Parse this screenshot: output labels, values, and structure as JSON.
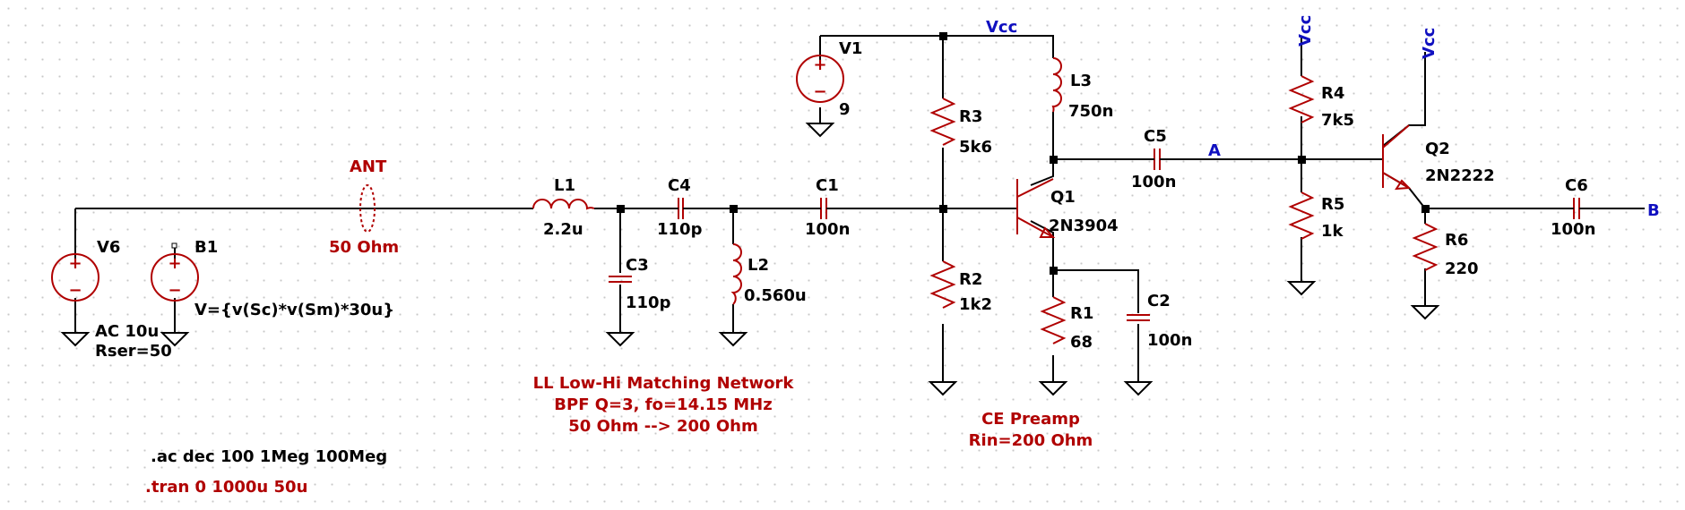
{
  "colors": {
    "wire": "#000000",
    "component": "#b00000",
    "net_label": "#1010c0",
    "grid_dot": "#c8c8c8"
  },
  "components": {
    "v6": {
      "name": "V6",
      "value1": "AC 10u",
      "value2": "Rser=50"
    },
    "b1": {
      "name": "B1",
      "expr": "V={v(Sc)*v(Sm)*30u}"
    },
    "ant": {
      "name": "ANT",
      "value": "50 Ohm"
    },
    "l1": {
      "name": "L1",
      "value": "2.2u"
    },
    "c4": {
      "name": "C4",
      "value": "110p"
    },
    "c3": {
      "name": "C3",
      "value": "110p"
    },
    "l2": {
      "name": "L2",
      "value": "0.560u"
    },
    "c1": {
      "name": "C1",
      "value": "100n"
    },
    "v1": {
      "name": "V1",
      "value": "9"
    },
    "r3": {
      "name": "R3",
      "value": "5k6"
    },
    "r2": {
      "name": "R2",
      "value": "1k2"
    },
    "l3": {
      "name": "L3",
      "value": "750n"
    },
    "q1": {
      "name": "Q1",
      "value": "2N3904"
    },
    "r1": {
      "name": "R1",
      "value": "68"
    },
    "c2": {
      "name": "C2",
      "value": "100n"
    },
    "c5": {
      "name": "C5",
      "value": "100n"
    },
    "r4": {
      "name": "R4",
      "value": "7k5"
    },
    "r5": {
      "name": "R5",
      "value": "1k"
    },
    "q2": {
      "name": "Q2",
      "value": "2N2222"
    },
    "r6": {
      "name": "R6",
      "value": "220"
    },
    "c6": {
      "name": "C6",
      "value": "100n"
    }
  },
  "nets": {
    "vcc": "Vcc",
    "a": "A",
    "b": "B"
  },
  "annotations": {
    "matching_line1": "LL Low-Hi Matching Network",
    "matching_line2": "BPF Q=3, fo=14.15 MHz",
    "matching_line3": "50 Ohm --> 200 Ohm",
    "preamp_line1": "CE Preamp",
    "preamp_line2": "Rin=200 Ohm"
  },
  "directives": {
    "ac": ".ac dec 100 1Meg 100Meg",
    "tran": ".tran 0 1000u 50u"
  },
  "icons": {
    "voltage_source": "voltage-source-icon",
    "ground": "ground-icon",
    "resistor": "resistor-icon",
    "capacitor": "capacitor-icon",
    "inductor": "inductor-icon",
    "npn_transistor": "npn-transistor-icon",
    "transmission_line": "transmission-line-icon"
  }
}
